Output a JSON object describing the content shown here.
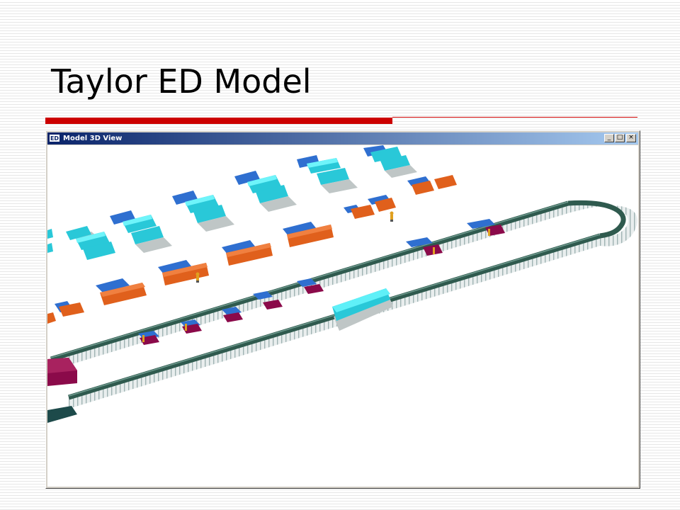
{
  "slide": {
    "title": "Taylor ED Model"
  },
  "colors": {
    "accent_red": "#cc0000",
    "titlebar_start": "#0a246a",
    "titlebar_end": "#a6caf0",
    "queue_cyan": "#29e6f0",
    "rack_orange": "#e0601c",
    "station_maroon": "#8b0a4a",
    "conveyor": "#2f5a4e"
  },
  "window": {
    "app_icon": "ED",
    "title": "Model 3D View",
    "controls": {
      "minimize": "_",
      "maximize": "□",
      "close": "×"
    }
  },
  "scene": {
    "description_icons": [
      "operator-icon",
      "conveyor-loop",
      "queue-block",
      "processor-block"
    ]
  }
}
